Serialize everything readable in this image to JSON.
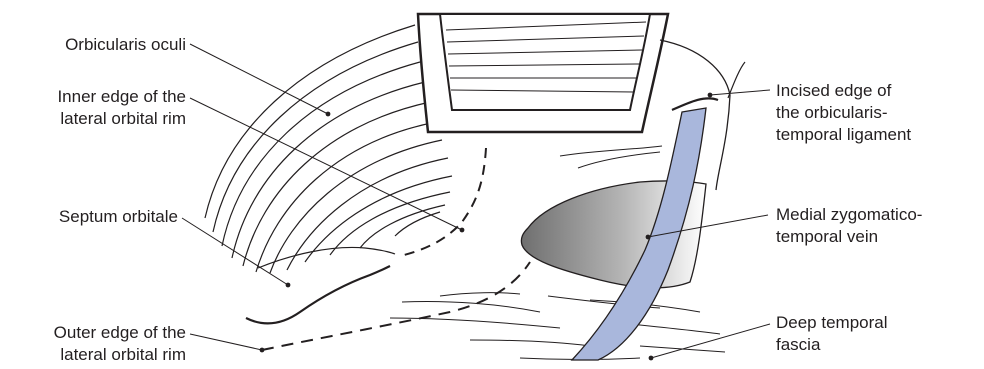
{
  "labels": {
    "orbicularis_oculi": "Orbicularis oculi",
    "inner_edge_line1": "Inner edge of the",
    "inner_edge_line2": "lateral orbital rim",
    "septum_orbitale": "Septum orbitale",
    "outer_edge_line1": "Outer edge of the",
    "outer_edge_line2": "lateral orbital rim",
    "incised_line1": "Incised edge of",
    "incised_line2": "the orbicularis-",
    "incised_line3": "temporal ligament",
    "vein_line1": "Medial zygomatico-",
    "vein_line2": "temporal vein",
    "fascia_line1": "Deep temporal",
    "fascia_line2": "fascia"
  },
  "colors": {
    "ink": "#231f20",
    "vein_fill": "#a9b7dc",
    "fat_pad_dark": "#6f6f6f",
    "fat_pad_light": "#ffffff"
  }
}
